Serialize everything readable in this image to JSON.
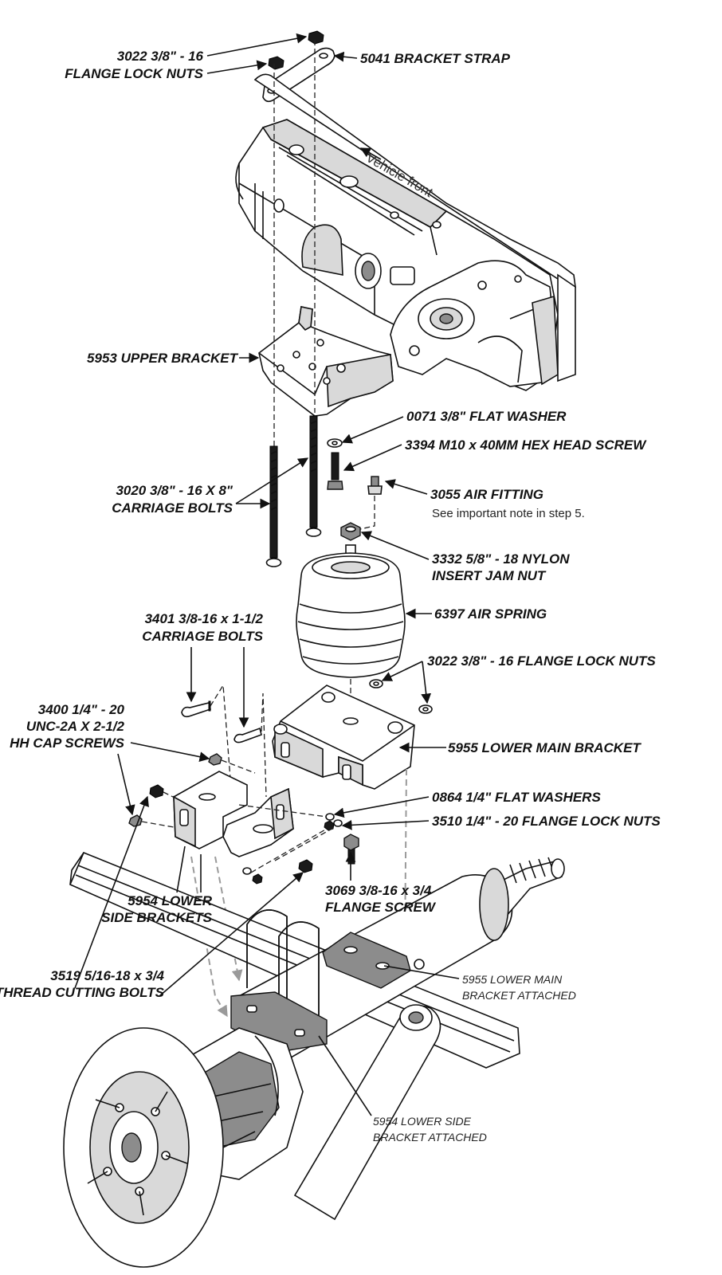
{
  "labels": {
    "flange_nuts_top": "3022 3/8\" - 16",
    "flange_nuts_top_2": "FLANGE LOCK NUTS",
    "bracket_strap": "5041 BRACKET STRAP",
    "vehicle_front": "Vehicle front",
    "upper_bracket": "5953 UPPER BRACKET",
    "flat_washer": "0071 3/8\" FLAT WASHER",
    "hex_screw": "3394 M10 x 40MM HEX HEAD SCREW",
    "carriage_bolts_8_1": "3020 3/8\" - 16 X 8\"",
    "carriage_bolts_8_2": "CARRIAGE BOLTS",
    "air_fitting": "3055 AIR FITTING",
    "air_fitting_note": "See important note in step 5.",
    "jam_nut_1": "3332 5/8\" - 18 NYLON",
    "jam_nut_2": "INSERT JAM NUT",
    "carriage_bolts_15_1": "3401 3/8-16 x 1-1/2",
    "carriage_bolts_15_2": "CARRIAGE BOLTS",
    "air_spring": "6397 AIR SPRING",
    "flange_nuts_mid": "3022 3/8\" - 16 FLANGE LOCK NUTS",
    "cap_screws_1": "3400 1/4\" - 20",
    "cap_screws_2": "UNC-2A X 2-1/2",
    "cap_screws_3": "HH CAP SCREWS",
    "lower_main_bracket": "5955 LOWER MAIN BRACKET",
    "washers_quarter": "0864 1/4\" FLAT WASHERS",
    "flange_nuts_quarter": "3510 1/4\" - 20 FLANGE LOCK NUTS",
    "flange_screw_1": "3069 3/8-16 x 3/4",
    "flange_screw_2": "FLANGE SCREW",
    "lower_side_brackets_1": "5954 LOWER",
    "lower_side_brackets_2": "SIDE BRACKETS",
    "thread_bolts_1": "3519 5/16-18 x 3/4",
    "thread_bolts_2": "THREAD CUTTING BOLTS",
    "main_attached_1": "5955 LOWER MAIN",
    "main_attached_2": "BRACKET ATTACHED",
    "side_attached_1": "5954 LOWER SIDE",
    "side_attached_2": "BRACKET ATTACHED"
  }
}
